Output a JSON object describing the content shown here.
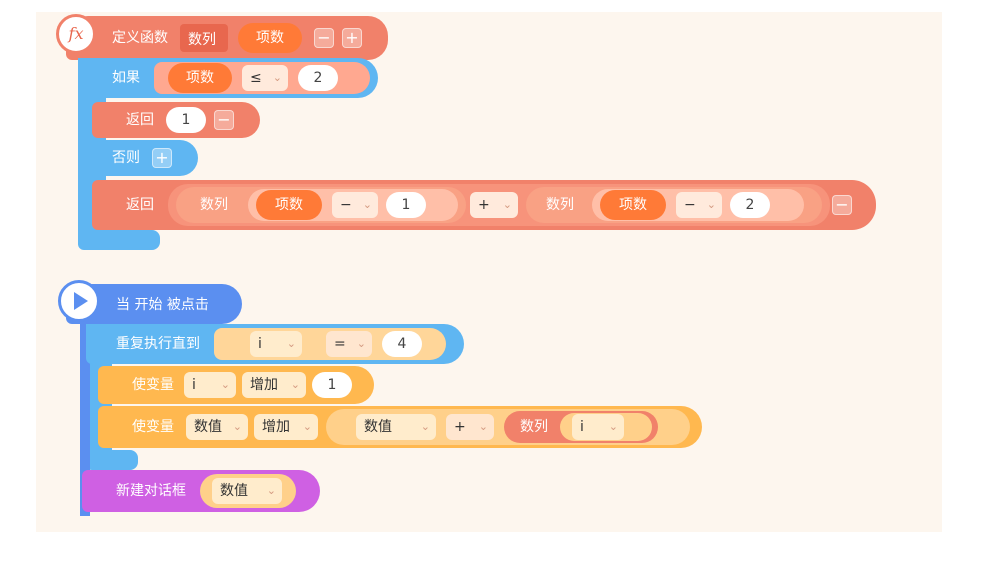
{
  "function_block": {
    "icon": "fx",
    "define_label": "定义函数",
    "function_name": "数列",
    "param_name": "项数",
    "minus_button": "−",
    "plus_button": "+",
    "if_label": "如果",
    "if_param": "项数",
    "compare_op": "≤",
    "compare_value": "2",
    "return_label": "返回",
    "return_value": "1",
    "return_minus": "−",
    "else_label": "否则",
    "else_plus": "+",
    "return2_label": "返回",
    "call1_name": "数列",
    "call1_param": "项数",
    "call1_op": "−",
    "call1_value": "1",
    "plus_op": "+",
    "call2_name": "数列",
    "call2_param": "项数",
    "call2_op": "−",
    "call2_value": "2",
    "return2_minus": "−"
  },
  "main_block": {
    "start_label": "当 开始 被点击",
    "repeat_label": "重复执行直到",
    "repeat_var": "i",
    "repeat_op": "=",
    "repeat_value": "4",
    "set1_label": "使变量",
    "set1_var": "i",
    "set1_action": "增加",
    "set1_value": "1",
    "set2_label": "使变量",
    "set2_var": "数值",
    "set2_action": "增加",
    "set2_expr_var": "数值",
    "set2_expr_op": "+",
    "set2_call_name": "数列",
    "set2_call_param": "i",
    "dialog_label": "新建对话框",
    "dialog_var": "数值"
  },
  "colors": {
    "function": "#f1816a",
    "control": "#5fb6f2",
    "event": "#5b8ff0",
    "variable": "#ffb84f",
    "dialog": "#cf60e3",
    "param": "#ff7a37"
  }
}
